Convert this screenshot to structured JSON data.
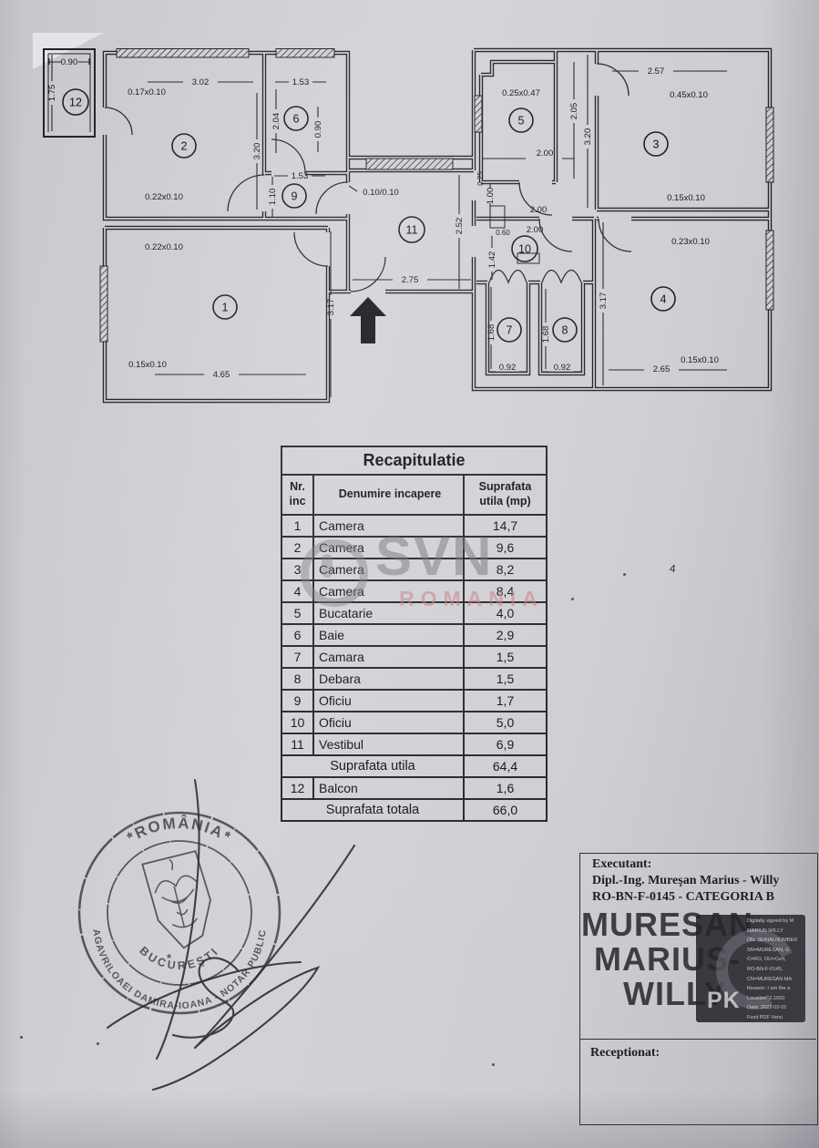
{
  "paper": {
    "mark4": "4"
  },
  "plan": {
    "rooms": [
      "1",
      "2",
      "3",
      "4",
      "5",
      "6",
      "7",
      "8",
      "9",
      "10",
      "11",
      "12"
    ],
    "labels": [
      {
        "t": "0.90"
      },
      {
        "t": "1.75"
      },
      {
        "t": "0.17x0.10"
      },
      {
        "t": "3.02"
      },
      {
        "t": "1.53"
      },
      {
        "t": "2.04"
      },
      {
        "t": "0.90"
      },
      {
        "t": "3.20"
      },
      {
        "t": "1.53"
      },
      {
        "t": "1.10"
      },
      {
        "t": "0.10/0.10"
      },
      {
        "t": "0.22x0.10"
      },
      {
        "t": "0.22x0.10"
      },
      {
        "t": "3.17"
      },
      {
        "t": "0.15x0.10"
      },
      {
        "t": "4.65"
      },
      {
        "t": "2.52"
      },
      {
        "t": "2.75"
      },
      {
        "t": "0.25x0.47"
      },
      {
        "t": "2.05"
      },
      {
        "t": "2.00"
      },
      {
        "t": "3.20"
      },
      {
        "t": "2.57"
      },
      {
        "t": "0.45x0.10"
      },
      {
        "t": "0.15x0.10"
      },
      {
        "t": "0.25"
      },
      {
        "t": "1.00"
      },
      {
        "t": "2.00"
      },
      {
        "t": "2.00"
      },
      {
        "t": "0.60"
      },
      {
        "t": "1.42"
      },
      {
        "t": "1.68"
      },
      {
        "t": "0.92"
      },
      {
        "t": "1.68"
      },
      {
        "t": "0.92"
      },
      {
        "t": "3.17"
      },
      {
        "t": "0.23x0.10"
      },
      {
        "t": "0.15x0.10"
      },
      {
        "t": "2.65"
      }
    ]
  },
  "table": {
    "title": "Recapitulatie",
    "col_nr": "Nr.\ninc",
    "col_name": "Denumire incapere",
    "col_area": "Suprafata\nutila (mp)",
    "rows": [
      {
        "nr": "1",
        "name": "Camera",
        "area": "14,7"
      },
      {
        "nr": "2",
        "name": "Camera",
        "area": "9,6"
      },
      {
        "nr": "3",
        "name": "Camera",
        "area": "8,2"
      },
      {
        "nr": "4",
        "name": "Camera",
        "area": "8,4"
      },
      {
        "nr": "5",
        "name": "Bucatarie",
        "area": "4,0"
      },
      {
        "nr": "6",
        "name": "Baie",
        "area": "2,9"
      },
      {
        "nr": "7",
        "name": "Camara",
        "area": "1,5"
      },
      {
        "nr": "8",
        "name": "Debara",
        "area": "1,5"
      },
      {
        "nr": "9",
        "name": "Oficiu",
        "area": "1,7"
      },
      {
        "nr": "10",
        "name": "Oficiu",
        "area": "5,0"
      },
      {
        "nr": "11",
        "name": "Vestibul",
        "area": "6,9"
      }
    ],
    "subtotal_label": "Suprafata utila",
    "subtotal_value": "64,4",
    "balcon_row": {
      "nr": "12",
      "name": "Balcon",
      "area": "1,6"
    },
    "total_label": "Suprafata totala",
    "total_value": "66,0"
  },
  "watermark": {
    "name": "SVN",
    "sub": "ROMANIA"
  },
  "stamp": {
    "country": "*ROMÂNIA*",
    "ring": "AGAVRILOAEI DAMIRA-IOANA - NOTAR PUBLIC",
    "city": "BUCUREŞTI",
    "star": "*"
  },
  "executant": {
    "label": "Executant:",
    "line1": "Dipl.-Ing. Mureşan Marius - Willy",
    "line2": "RO-BN-F-0145 - CATEGORIA B",
    "sig_name_l1": "MURESAN",
    "sig_name_l2": "MARIUS-",
    "sig_name_l3": "WILLY",
    "sig_logo": "PK",
    "sig_small": [
      "Digitally signed by M",
      "MARIUS WILLY",
      "DN: SERIALNUMBER",
      "SN=MURESAN, G",
      "C=RO, OU=Cert,",
      "RO-BN-F-0145,",
      "CN=MURESAN MA",
      "Reason: I am the a",
      "Location: 2.1650",
      "Date: 2022-02-01",
      "Foxit PDF Versi"
    ],
    "received_label": "Receptionat:"
  }
}
